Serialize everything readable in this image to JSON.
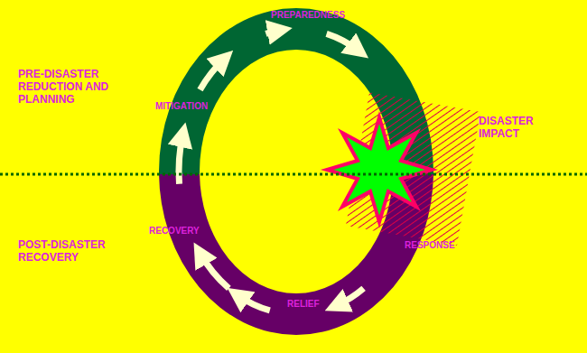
{
  "diagram": {
    "labels": [
      "PRE-DISASTER REDUCTION AND PLANNING",
      "POST-DISASTER RECOVERY",
      "PREPAREDNESS",
      "MITIGATION",
      "RECOVERY",
      "RELIEF",
      "RESPONSE",
      "DISASTER IMPACT"
    ]
  }
}
